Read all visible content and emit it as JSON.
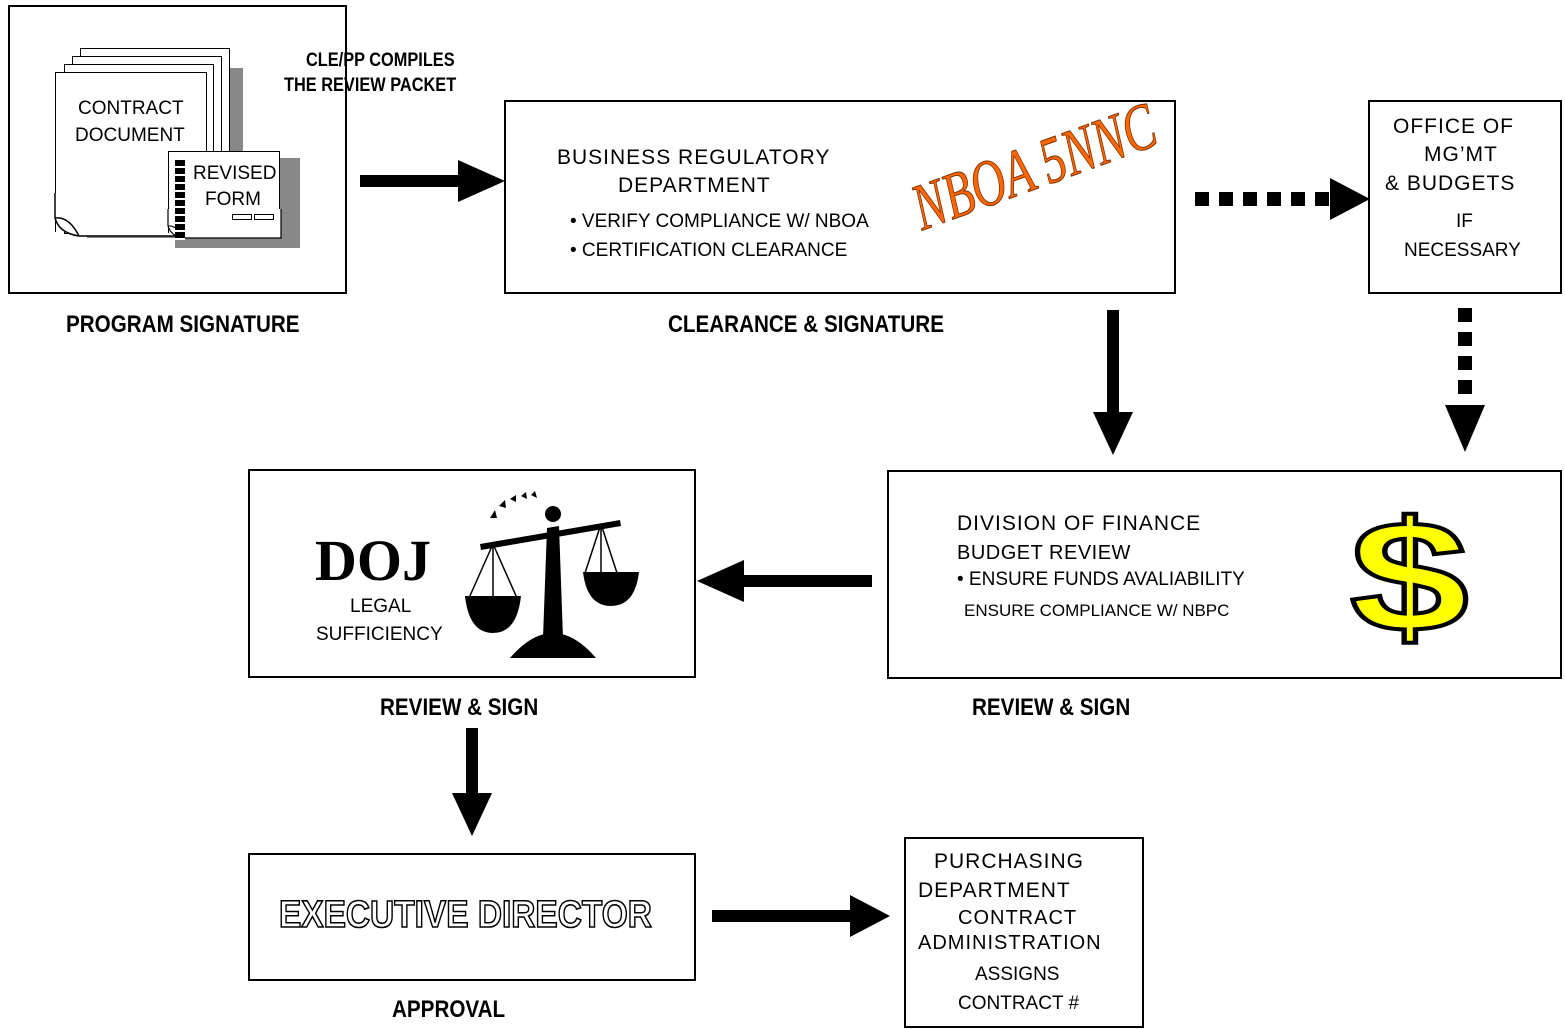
{
  "program": {
    "note_line1": "CLE/PP COMPILES",
    "note_line2": "THE REVIEW PACKET",
    "doc_line1": "CONTRACT",
    "doc_line2": "DOCUMENT",
    "form_line1": "REVISED",
    "form_line2": "FORM",
    "caption": "PROGRAM SIGNATURE"
  },
  "business": {
    "title_line1": "BUSINESS REGULATORY",
    "title_line2": "DEPARTMENT",
    "bullet1": "• VERIFY COMPLIANCE W/ NBOA",
    "bullet2": "• CERTIFICATION CLEARANCE",
    "stamp": "NBOA 5NNC",
    "stamp_color": "#ff6600",
    "caption": "CLEARANCE & SIGNATURE"
  },
  "omb": {
    "line1": "OFFICE OF",
    "line2": "MG’MT",
    "line3": "& BUDGETS",
    "line4": "IF",
    "line5": "NECESSARY"
  },
  "finance": {
    "title": "DIVISION OF FINANCE",
    "subtitle": "BUDGET REVIEW",
    "bullet1": "• ENSURE FUNDS AVALIABILITY",
    "bullet2": "ENSURE COMPLIANCE W/ NBPC",
    "dollar_symbol": "$",
    "dollar_color": "#ffff00",
    "caption": "REVIEW & SIGN"
  },
  "doj": {
    "title": "DOJ",
    "line1": "LEGAL",
    "line2": "SUFFICIENCY",
    "caption": "REVIEW & SIGN"
  },
  "executive": {
    "title": "EXECUTIVE DIRECTOR",
    "caption": "APPROVAL"
  },
  "purchasing": {
    "line1": "PURCHASING",
    "line2": "DEPARTMENT",
    "line3": "CONTRACT",
    "line4": "ADMINISTRATION",
    "line5": "ASSIGNS",
    "line6": "CONTRACT #"
  },
  "icons": [
    "document-stack-icon",
    "scales-of-justice-icon",
    "dollar-sign-icon"
  ]
}
